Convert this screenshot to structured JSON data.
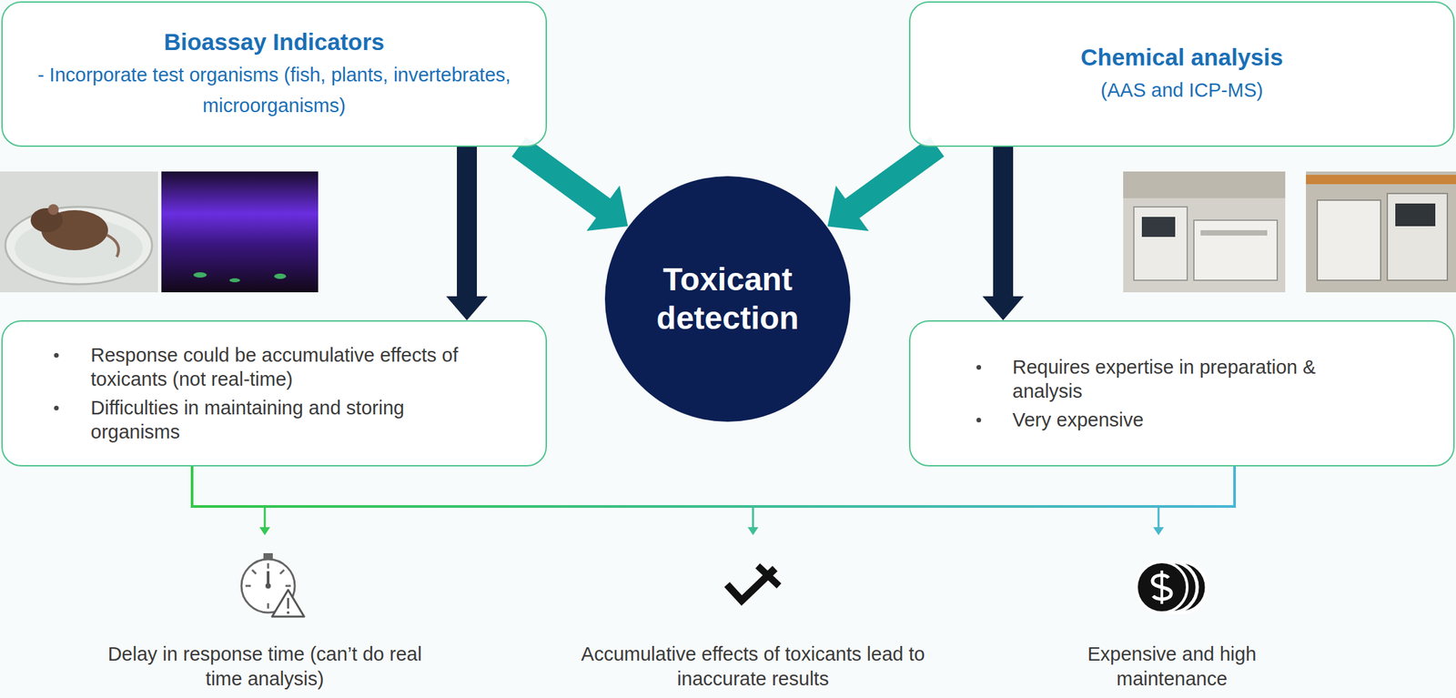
{
  "diagram": {
    "nodes": [
      {
        "text": [
          "Bioassay Indicators",
          "- Incorporate test organisms (fish, plants, invertebrates, microorganisms)"
        ]
      },
      {
        "text": [
          "Chemical analysis",
          "(AAS and ICP-MS)"
        ]
      },
      {
        "text": [
          "Toxicant detection"
        ]
      },
      {
        "text": [
          "Response could be accumulative effects of toxicants (not real-time)",
          "Difficulties in maintaining and storing organisms"
        ]
      },
      {
        "text": [
          "Requires expertise in preparation & analysis",
          "Very expensive"
        ]
      }
    ],
    "edges": [
      {
        "from": 0,
        "to": 2,
        "arrow": "to"
      },
      {
        "from": 1,
        "to": 2,
        "arrow": "to"
      },
      {
        "from": 0,
        "to": 3,
        "arrow": "to"
      },
      {
        "from": 1,
        "to": 4,
        "arrow": "to"
      }
    ],
    "labels": [
      "Delay in response time (can’t do real time analysis)",
      "Accumulative effects of toxicants lead to inaccurate results",
      "Expensive and high maintenance"
    ]
  }
}
